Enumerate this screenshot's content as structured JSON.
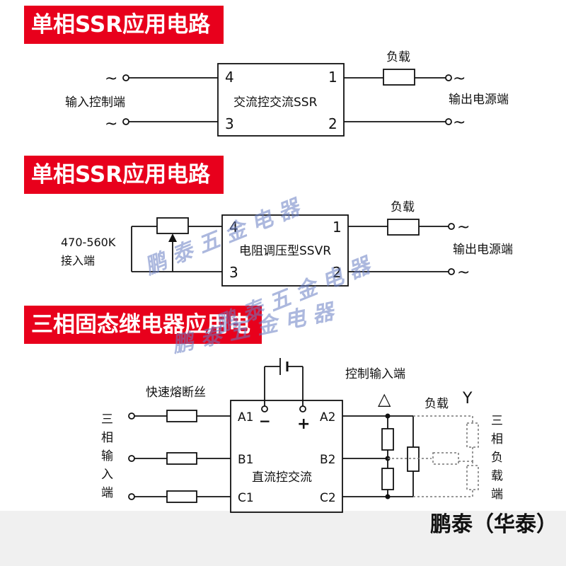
{
  "banners": {
    "section1": "单相SSR应用电路",
    "section2": "单相SSR应用电路",
    "section3": "三相固态继电器应用电路"
  },
  "section1": {
    "tilde": "~",
    "input_label": "输入控制端",
    "box_label": "交流控交流SSR",
    "pin4": "4",
    "pin1": "1",
    "pin3": "3",
    "pin2": "2",
    "load_label": "负载",
    "output_label": "输出电源端"
  },
  "section2": {
    "resistor_label_line1": "470-560K",
    "resistor_label_line2": "接入端",
    "box_label": "电阻调压型SSVR",
    "pin4": "4",
    "pin1": "1",
    "pin3": "3",
    "pin2": "2",
    "load_label": "负载",
    "output_label": "输出电源端"
  },
  "section3": {
    "fuse_label": "快速熔断丝",
    "input_label_chars": [
      "三",
      "相",
      "输",
      "入",
      "端"
    ],
    "pin_a1": "A1",
    "pin_b1": "B1",
    "pin_c1": "C1",
    "pin_a2": "A2",
    "pin_b2": "B2",
    "pin_c2": "C2",
    "minus": "−",
    "plus": "+",
    "box_label": "直流控交流",
    "control_label": "控制输入端",
    "load_label": "负载",
    "delta_symbol": "△",
    "wye_symbol": "Y",
    "load_side_label_chars": [
      "三",
      "相",
      "负",
      "载",
      "端"
    ]
  },
  "watermarks": [
    "鹏 泰 五 金 电 器",
    "鹏 泰 五 金 电 器",
    "鹏 泰 五 金 电 器"
  ],
  "brand": "鹏泰（华泰）",
  "colors": {
    "banner": "#e8001c",
    "watermark": "#6a7fc4",
    "line": "#111111"
  }
}
